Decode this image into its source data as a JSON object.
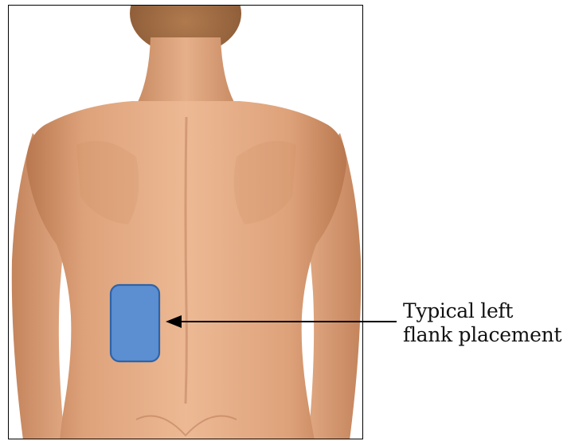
{
  "figure": {
    "callout": {
      "line1": "Typical left",
      "line2": "flank placement"
    },
    "colors": {
      "patch_fill": "#5b8fd1",
      "patch_stroke": "#2f63a8",
      "skin_light": "#e9b58f",
      "skin_mid": "#d59a70",
      "skin_dark": "#b67752",
      "arrow": "#000000"
    },
    "icons": {
      "patch": "electrode-patch",
      "arrow": "pointer-arrow"
    }
  }
}
